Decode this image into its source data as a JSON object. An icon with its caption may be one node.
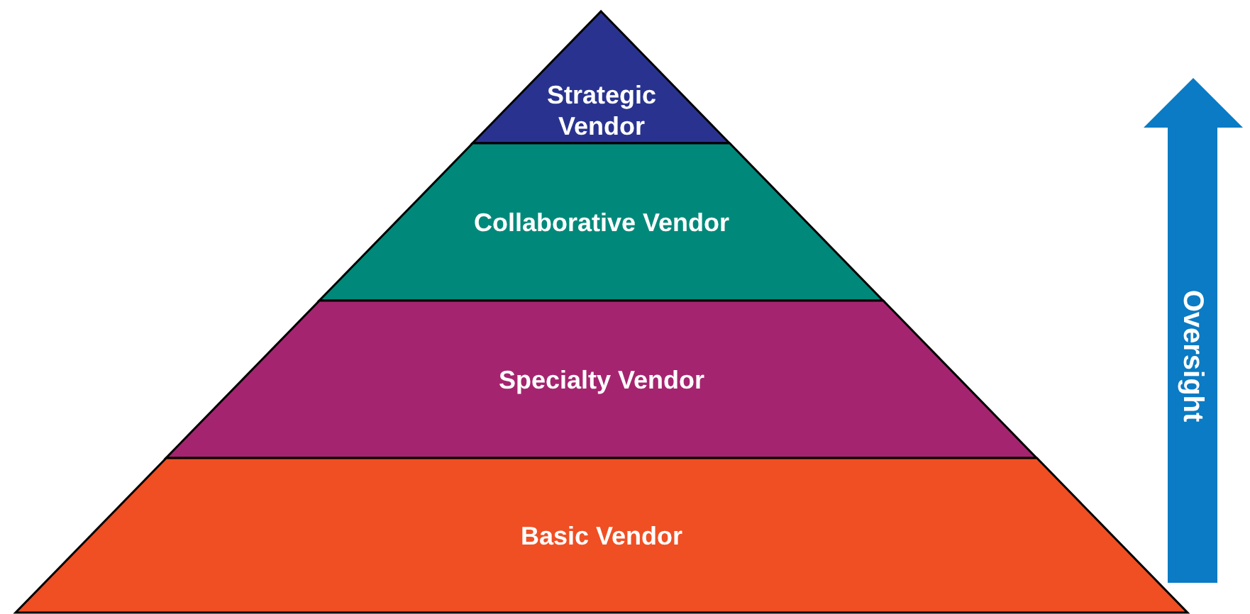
{
  "diagram": {
    "nodes": [
      {
        "text": [
          "Strategic Vendor"
        ]
      },
      {
        "text": [
          "Collaborative Vendor"
        ]
      },
      {
        "text": [
          "Specialty Vendor"
        ]
      },
      {
        "text": [
          "Basic Vendor"
        ]
      },
      {
        "text": [
          "Oversight"
        ]
      }
    ]
  }
}
